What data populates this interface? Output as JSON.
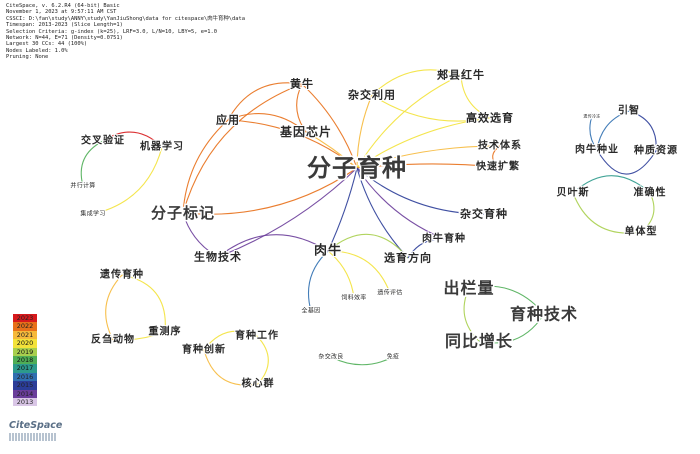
{
  "info_lines": [
    "CiteSpace, v. 6.2.R4 (64-bit) Basic",
    "November 1, 2023 at 9:57:11 AM CST",
    "CSSCI: D:\\fan\\study\\ANNY\\study\\YanJiuShong\\data for citespace\\肉牛育种\\data",
    "Timespan: 2013-2023 (Slice Length=1)",
    "Selection Criteria: g-index (k=25), LRF=3.0, L/N=10, LBY=5, e=1.0",
    "Network: N=44, E=71 (Density=0.0751)",
    "Largest 30 CCs: 44 (100%)",
    "Nodes Labeled: 1.0%",
    "Pruning: None"
  ],
  "legend": [
    {
      "year": "2023",
      "color": "#d7191c"
    },
    {
      "year": "2022",
      "color": "#e8701a"
    },
    {
      "year": "2021",
      "color": "#f6b93b"
    },
    {
      "year": "2020",
      "color": "#f3e23a"
    },
    {
      "year": "2019",
      "color": "#a8cf4e"
    },
    {
      "year": "2018",
      "color": "#4fae56"
    },
    {
      "year": "2017",
      "color": "#2d9a8c"
    },
    {
      "year": "2016",
      "color": "#2f6fb0"
    },
    {
      "year": "2015",
      "color": "#2b3d98"
    },
    {
      "year": "2014",
      "color": "#6a3d9a"
    },
    {
      "year": "2013",
      "color": "#d9c6e6"
    }
  ],
  "brand": "CiteSpace",
  "nodes": [
    {
      "id": "fenzi",
      "label": "分子育种"
    },
    {
      "id": "biaoji",
      "label": "分子标记"
    },
    {
      "id": "huangniu",
      "label": "黄牛"
    },
    {
      "id": "yingyong",
      "label": "应用"
    },
    {
      "id": "jiyin",
      "label": "基因芯片"
    },
    {
      "id": "zajiao_ly",
      "label": "杂交利用"
    },
    {
      "id": "jiaxian",
      "label": "郏县红牛"
    },
    {
      "id": "gaoxiao",
      "label": "高效选育"
    },
    {
      "id": "jishu_tx",
      "label": "技术体系"
    },
    {
      "id": "kuaisu",
      "label": "快速扩繁"
    },
    {
      "id": "zajiao_yz",
      "label": "杂交育种"
    },
    {
      "id": "rouniu_yz",
      "label": "肉牛育种"
    },
    {
      "id": "xuanyu",
      "label": "选育方向"
    },
    {
      "id": "rouniu",
      "label": "肉牛"
    },
    {
      "id": "shengwu",
      "label": "生物技术"
    },
    {
      "id": "jiaocha",
      "label": "交叉验证"
    },
    {
      "id": "jiqi",
      "label": "机器学习"
    },
    {
      "id": "bingxing",
      "label": "并行计算"
    },
    {
      "id": "jicheng",
      "label": "集成学习"
    },
    {
      "id": "yinzhi",
      "label": "引智"
    },
    {
      "id": "tiny1",
      "label": "遗传冷冻"
    },
    {
      "id": "rouniu_pz",
      "label": "肉牛种业"
    },
    {
      "id": "zhongzhi",
      "label": "种质资源"
    },
    {
      "id": "beiye",
      "label": "贝叶斯"
    },
    {
      "id": "zhunque",
      "label": "准确性"
    },
    {
      "id": "dantixing",
      "label": "单体型"
    },
    {
      "id": "chulan",
      "label": "出栏量"
    },
    {
      "id": "yuzhong_js",
      "label": "育种技术"
    },
    {
      "id": "tongbi",
      "label": "同比增长"
    },
    {
      "id": "quanjiyin",
      "label": "全基因"
    },
    {
      "id": "siliao",
      "label": "饲料效率"
    },
    {
      "id": "yichuan_pj",
      "label": "遗传评估"
    },
    {
      "id": "yichuan_yz",
      "label": "遗传育种"
    },
    {
      "id": "fanchu",
      "label": "反刍动物"
    },
    {
      "id": "chongce",
      "label": "重测序"
    },
    {
      "id": "yuzhong_gz",
      "label": "育种工作"
    },
    {
      "id": "yuzhong_cx",
      "label": "育种创新"
    },
    {
      "id": "hexin",
      "label": "核心群"
    },
    {
      "id": "zajiao_gl",
      "label": "杂交改良"
    },
    {
      "id": "mianyi",
      "label": "免疫"
    }
  ],
  "edges": [
    {
      "from": "fenzi",
      "to": "biaoji",
      "year": "2022"
    },
    {
      "from": "fenzi",
      "to": "huangniu",
      "year": "2022"
    },
    {
      "from": "fenzi",
      "to": "yingyong",
      "year": "2022"
    },
    {
      "from": "fenzi",
      "to": "jiyin",
      "year": "2021"
    },
    {
      "from": "fenzi",
      "to": "zajiao_ly",
      "year": "2021"
    },
    {
      "from": "fenzi",
      "to": "jiaxian",
      "year": "2020"
    },
    {
      "from": "fenzi",
      "to": "gaoxiao",
      "year": "2020"
    },
    {
      "from": "fenzi",
      "to": "jishu_tx",
      "year": "2021"
    },
    {
      "from": "fenzi",
      "to": "kuaisu",
      "year": "2022"
    },
    {
      "from": "fenzi",
      "to": "zajiao_yz",
      "year": "2015"
    },
    {
      "from": "fenzi",
      "to": "rouniu_yz",
      "year": "2014"
    },
    {
      "from": "fenzi",
      "to": "xuanyu",
      "year": "2015"
    },
    {
      "from": "fenzi",
      "to": "rouniu",
      "year": "2015"
    },
    {
      "from": "fenzi",
      "to": "shengwu",
      "year": "2014"
    },
    {
      "from": "biaoji",
      "to": "huangniu",
      "year": "2022"
    },
    {
      "from": "biaoji",
      "to": "yingyong",
      "year": "2022"
    },
    {
      "from": "biaoji",
      "to": "shengwu",
      "year": "2014"
    },
    {
      "from": "yingyong",
      "to": "huangniu",
      "year": "2022"
    },
    {
      "from": "yingyong",
      "to": "jiyin",
      "year": "2022"
    },
    {
      "from": "huangniu",
      "to": "jiyin",
      "year": "2022"
    },
    {
      "from": "zajiao_ly",
      "to": "jiaxian",
      "year": "2020"
    },
    {
      "from": "zajiao_ly",
      "to": "gaoxiao",
      "year": "2020"
    },
    {
      "from": "jishu_tx",
      "to": "kuaisu",
      "year": "2022"
    },
    {
      "from": "jiaxian",
      "to": "gaoxiao",
      "year": "2020"
    },
    {
      "from": "rouniu",
      "to": "xuanyu",
      "year": "2019"
    },
    {
      "from": "rouniu",
      "to": "quanjiyin",
      "year": "2016"
    },
    {
      "from": "rouniu",
      "to": "siliao",
      "year": "2020"
    },
    {
      "from": "rouniu",
      "to": "yichuan_pj",
      "year": "2020"
    },
    {
      "from": "rouniu",
      "to": "shengwu",
      "year": "2014"
    },
    {
      "from": "xuanyu",
      "to": "rouniu_yz",
      "year": "2015"
    },
    {
      "from": "jiaocha",
      "to": "jiqi",
      "year": "2023"
    },
    {
      "from": "jiaocha",
      "to": "bingxing",
      "year": "2018"
    },
    {
      "from": "jiqi",
      "to": "jicheng",
      "year": "2020"
    },
    {
      "from": "yinzhi",
      "to": "rouniu_pz",
      "year": "2016"
    },
    {
      "from": "tiny1",
      "to": "rouniu_pz",
      "year": "2016"
    },
    {
      "from": "rouniu_pz",
      "to": "zhongzhi",
      "year": "2015"
    },
    {
      "from": "yinzhi",
      "to": "zhongzhi",
      "year": "2015"
    },
    {
      "from": "beiye",
      "to": "zhunque",
      "year": "2017"
    },
    {
      "from": "beiye",
      "to": "dantixing",
      "year": "2019"
    },
    {
      "from": "zhunque",
      "to": "dantixing",
      "year": "2019"
    },
    {
      "from": "chulan",
      "to": "yuzhong_js",
      "year": "2018"
    },
    {
      "from": "chulan",
      "to": "tongbi",
      "year": "2019"
    },
    {
      "from": "yuzhong_js",
      "to": "tongbi",
      "year": "2018"
    },
    {
      "from": "yichuan_yz",
      "to": "chongce",
      "year": "2020"
    },
    {
      "from": "yichuan_yz",
      "to": "fanchu",
      "year": "2021"
    },
    {
      "from": "fanchu",
      "to": "chongce",
      "year": "2020"
    },
    {
      "from": "yuzhong_gz",
      "to": "yuzhong_cx",
      "year": "2020"
    },
    {
      "from": "yuzhong_gz",
      "to": "hexin",
      "year": "2020"
    },
    {
      "from": "yuzhong_cx",
      "to": "hexin",
      "year": "2021"
    },
    {
      "from": "zajiao_gl",
      "to": "mianyi",
      "year": "2018"
    }
  ]
}
